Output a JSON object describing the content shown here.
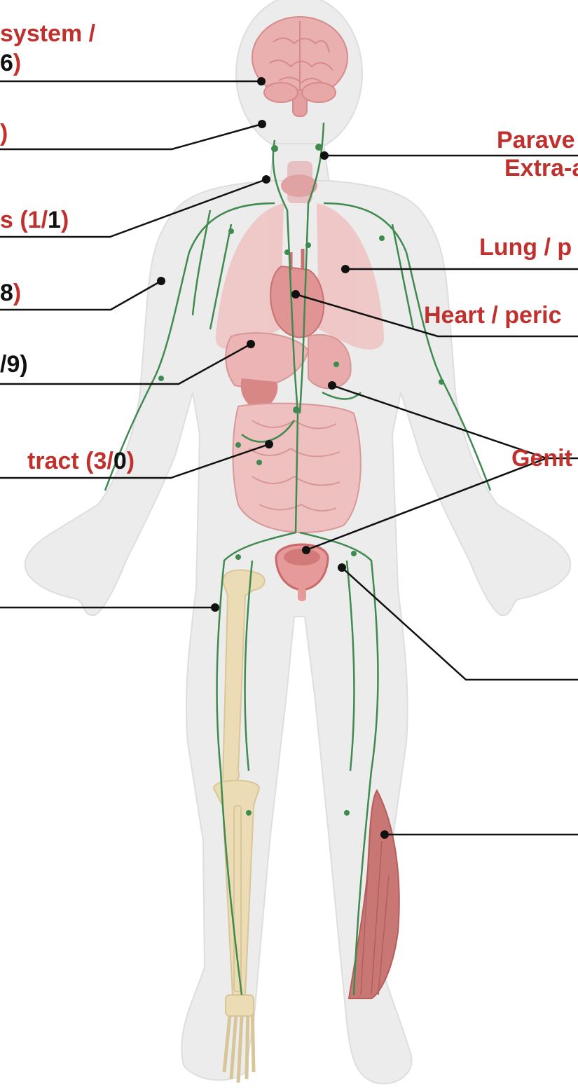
{
  "labels": {
    "nervous_a": "system /",
    "nervous_b": "6",
    "nervous_c": ")",
    "neck": ")",
    "para_a": "Parave",
    "para_b": "Extra-a",
    "ss_a": "s (1/",
    "ss_b": "1",
    "ss_c": ")",
    "lung": "Lung / p",
    "arm_a": "8",
    "arm_b": ")",
    "heart": "Heart / peric",
    "liver_a": "/9)",
    "tract_a": "tract (3/",
    "tract_b": "0",
    "tract_c": ")",
    "genit": "Genit"
  },
  "colors": {
    "accent_red": "#c0312e",
    "line": "#111111",
    "lymph_green": "#3f8a4f",
    "body_silhouette": "#ececec",
    "organ_pink": "#e9a5a5",
    "bone": "#e9d8b0",
    "muscle": "#c9706d"
  },
  "icons": {
    "figure": "human-anatomy-lymphatic-figure",
    "brain": "brain-icon",
    "lungs": "lungs-icon",
    "heart": "heart-icon",
    "liver": "liver-icon",
    "intestines": "intestines-icon",
    "bladder": "bladder-icon",
    "femur": "femur-bone-icon",
    "leg_bones": "leg-bones-icon",
    "foot_bones": "foot-bones-icon",
    "calf_muscle": "calf-muscle-icon",
    "lymph_vessels": "lymphatic-vessels-icon"
  }
}
